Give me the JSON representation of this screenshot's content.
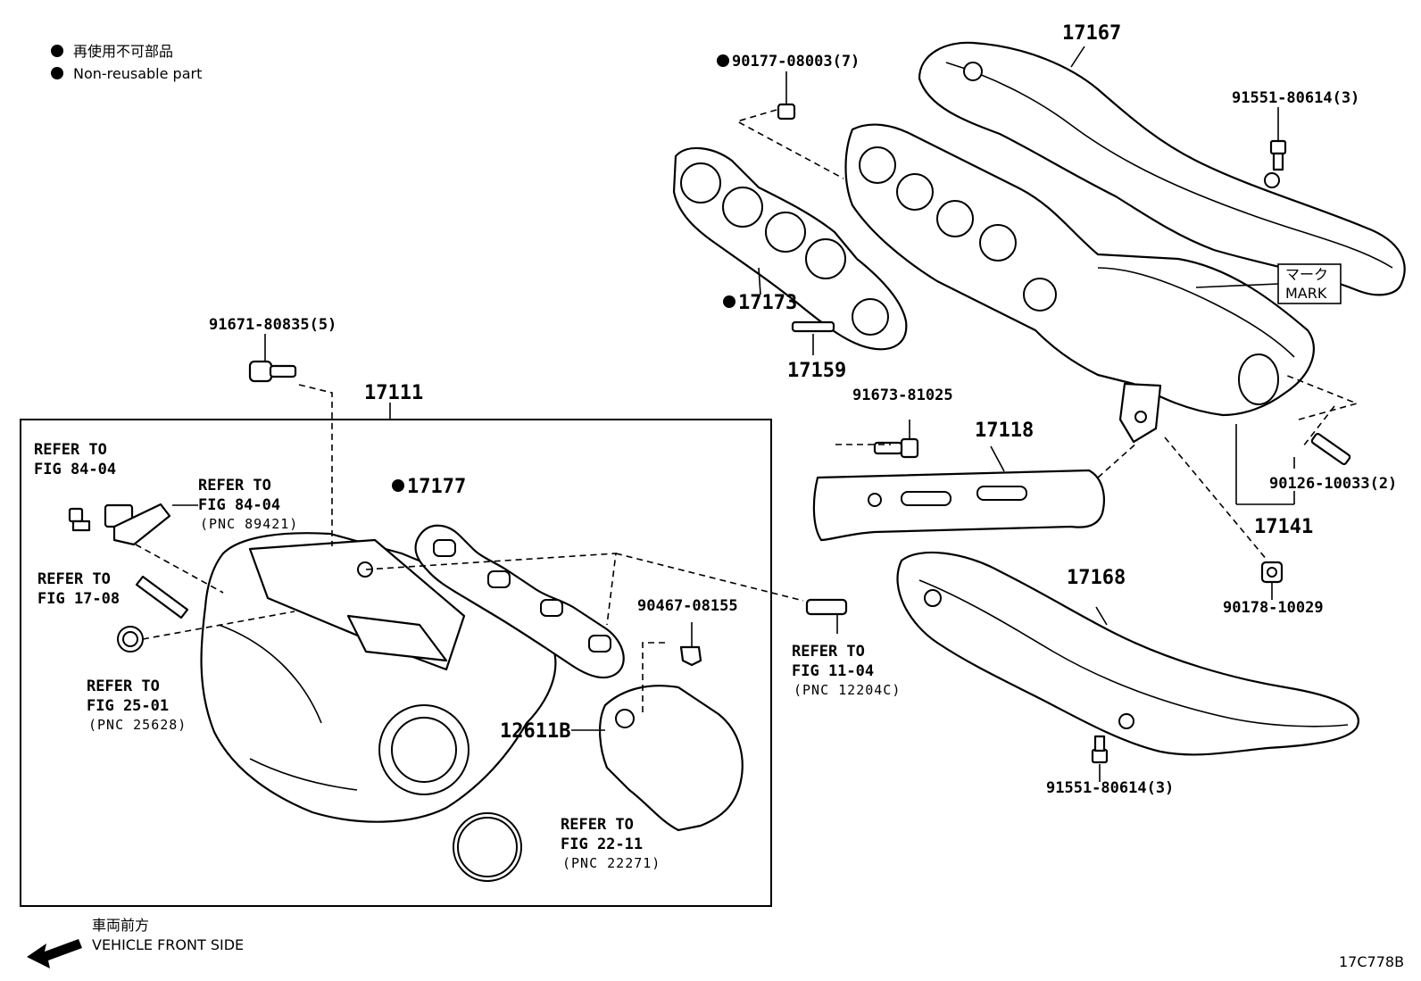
{
  "legend": {
    "jp_label": "再使用不可部品",
    "en_label": "Non-reusable part"
  },
  "direction": {
    "jp_label": "車両前方",
    "en_label": "VEHICLE FRONT SIDE"
  },
  "figure_code": "17C778B",
  "mark": {
    "jp": "マーク",
    "en": "MARK"
  },
  "parts": [
    {
      "id": "p17167",
      "number": "17167",
      "non_reusable": false
    },
    {
      "id": "p90177",
      "number": "90177-08003(7)",
      "non_reusable": true
    },
    {
      "id": "p91551a",
      "number": "91551-80614(3)",
      "non_reusable": false
    },
    {
      "id": "p17173",
      "number": "17173",
      "non_reusable": true
    },
    {
      "id": "p17159",
      "number": "17159",
      "non_reusable": false
    },
    {
      "id": "p91671",
      "number": "91671-80835(5)",
      "non_reusable": false
    },
    {
      "id": "p17111",
      "number": "17111",
      "non_reusable": false
    },
    {
      "id": "p91673",
      "number": "91673-81025",
      "non_reusable": false
    },
    {
      "id": "p17118",
      "number": "17118",
      "non_reusable": false
    },
    {
      "id": "p90126",
      "number": "90126-10033(2)",
      "non_reusable": false
    },
    {
      "id": "p17141",
      "number": "17141",
      "non_reusable": false
    },
    {
      "id": "p17177",
      "number": "17177",
      "non_reusable": true
    },
    {
      "id": "p17168",
      "number": "17168",
      "non_reusable": false
    },
    {
      "id": "p90178",
      "number": "90178-10029",
      "non_reusable": false
    },
    {
      "id": "p90467",
      "number": "90467-08155",
      "non_reusable": false
    },
    {
      "id": "p12611B",
      "number": "12611B",
      "non_reusable": false
    },
    {
      "id": "p91551b",
      "number": "91551-80614(3)",
      "non_reusable": false
    }
  ],
  "refs": [
    {
      "line1": "REFER TO",
      "line2": "FIG 84-04",
      "pnc": ""
    },
    {
      "line1": "REFER TO",
      "line2": "FIG 84-04",
      "pnc": "(PNC 89421)"
    },
    {
      "line1": "REFER TO",
      "line2": "FIG 17-08",
      "pnc": ""
    },
    {
      "line1": "REFER TO",
      "line2": "FIG 25-01",
      "pnc": "(PNC 25628)"
    },
    {
      "line1": "REFER TO",
      "line2": "FIG 11-04",
      "pnc": "(PNC 12204C)"
    },
    {
      "line1": "REFER TO",
      "line2": "FIG 22-11",
      "pnc": "(PNC 22271)"
    }
  ]
}
